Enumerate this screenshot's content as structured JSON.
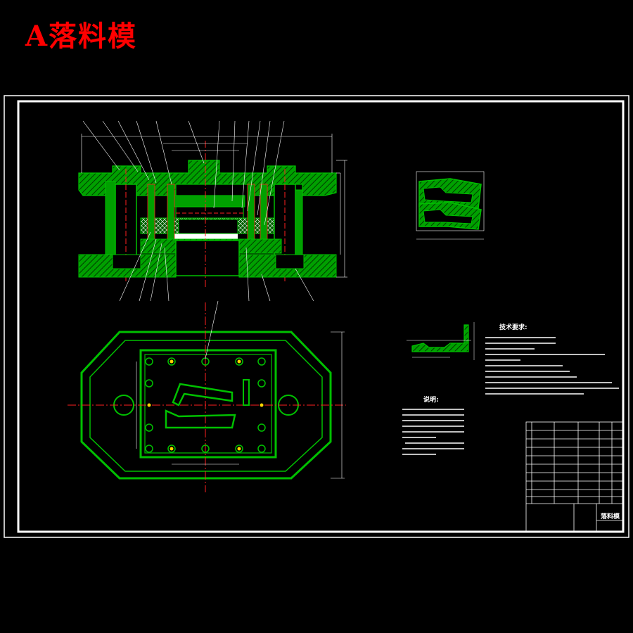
{
  "page": {
    "title": "A落料模"
  },
  "drawing": {
    "notes_heading": "说明:",
    "tech_heading": "技术要求:",
    "title_block_name": "落料模"
  },
  "colors": {
    "background": "#000000",
    "frame": "#ffffff",
    "part": "#00a000",
    "part_fill": "#007a00",
    "center_line": "#ff2020",
    "text_white": "#ffffff",
    "title_red": "#ff0000",
    "bolt_yellow": "#ffd400"
  }
}
